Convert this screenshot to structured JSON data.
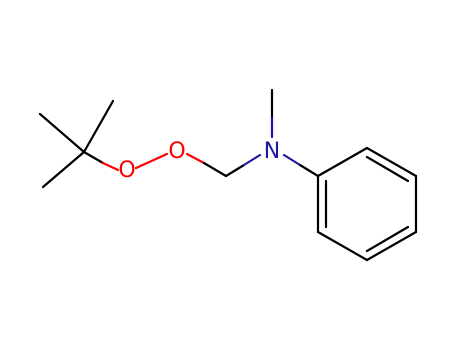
{
  "molecule": {
    "atoms": {
      "O1": {
        "symbol": "O",
        "color": "#ff0000"
      },
      "O2": {
        "symbol": "O",
        "color": "#ff0000"
      },
      "N1": {
        "symbol": "N",
        "color": "#1a1aa0"
      }
    },
    "colors": {
      "bond": "#000000",
      "oxygen": "#ff0000",
      "nitrogen": "#1a1aa0"
    }
  }
}
